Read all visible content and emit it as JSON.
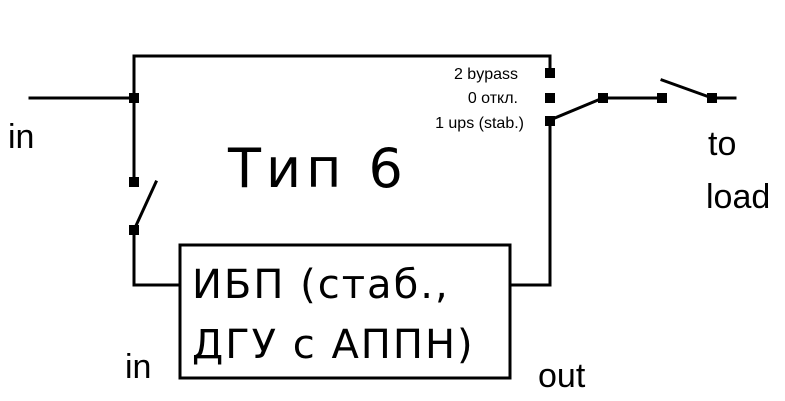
{
  "title": "Тип 6",
  "ups_box": {
    "line1": "ИБП (стаб.,",
    "line2": "ДГУ с АППН)"
  },
  "labels": {
    "in_top": "in",
    "in_bottom": "in",
    "out": "out",
    "to": "to",
    "load": "load"
  },
  "switch_positions": [
    "2 bypass",
    "0 откл.",
    "1 ups (stab.)"
  ]
}
